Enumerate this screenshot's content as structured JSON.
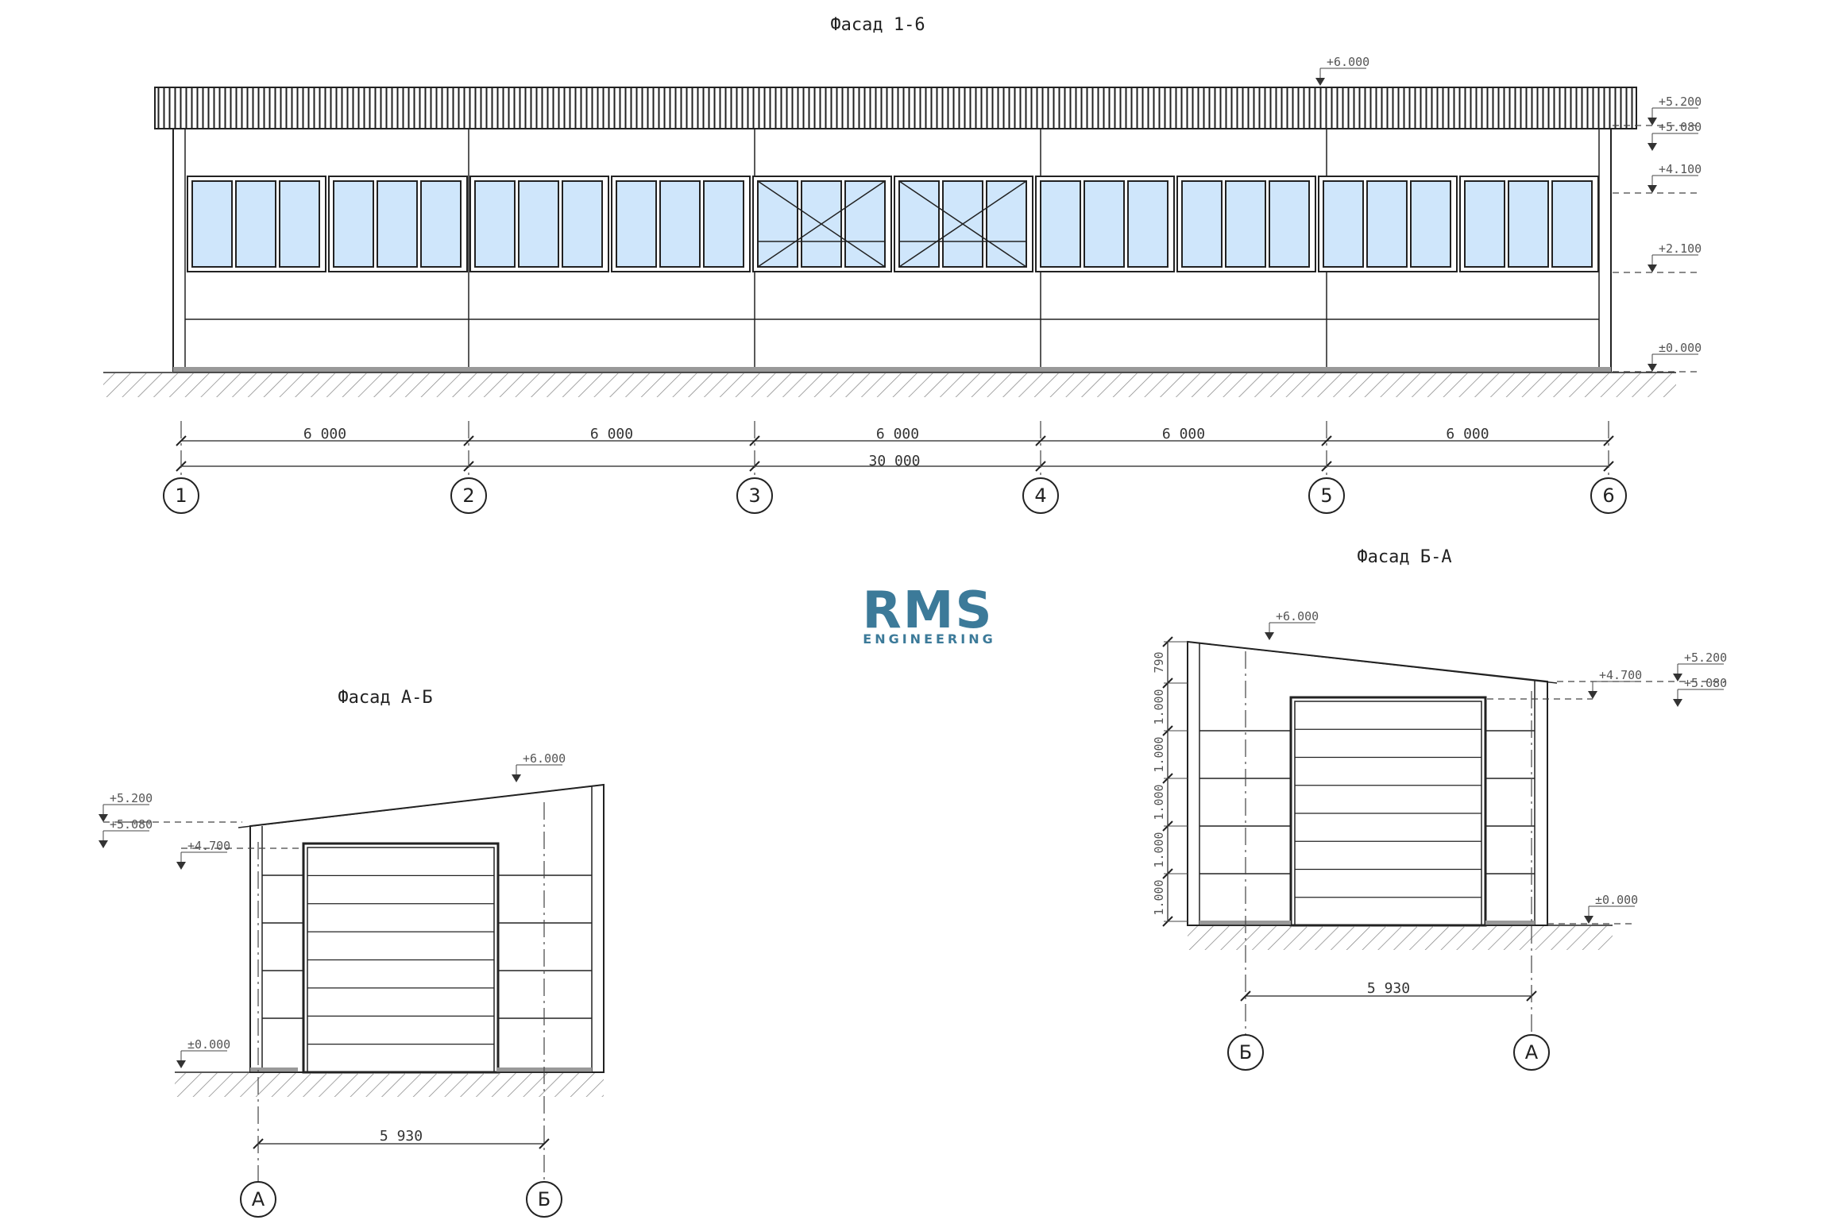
{
  "views": {
    "front": {
      "title": "Фасад 1-6",
      "levels": [
        "+6.000",
        "+5.200",
        "+5.080",
        "+4.100",
        "+2.100",
        "±0.000"
      ],
      "spans": [
        "6 000",
        "6 000",
        "6 000",
        "6 000",
        "6 000"
      ],
      "total": "30 000",
      "axes": [
        "1",
        "2",
        "3",
        "4",
        "5",
        "6"
      ]
    },
    "side_ab": {
      "title": "Фасад А-Б",
      "levels": [
        "+6.000",
        "+5.200",
        "+5.080",
        "+4.700",
        "±0.000"
      ],
      "span": "5 930",
      "axes": [
        "А",
        "Б"
      ]
    },
    "side_ba": {
      "title": "Фасад Б-А",
      "levels": [
        "+6.000",
        "+5.200",
        "+5.080",
        "+4.700",
        "±0.000"
      ],
      "span": "5 930",
      "axes": [
        "Б",
        "А"
      ],
      "vertical_dims": [
        "1.000",
        "1.000",
        "1.000",
        "1.000",
        "1.000",
        "790"
      ]
    }
  },
  "logo": {
    "main": "RMS",
    "sub": "ENGINEERING"
  }
}
